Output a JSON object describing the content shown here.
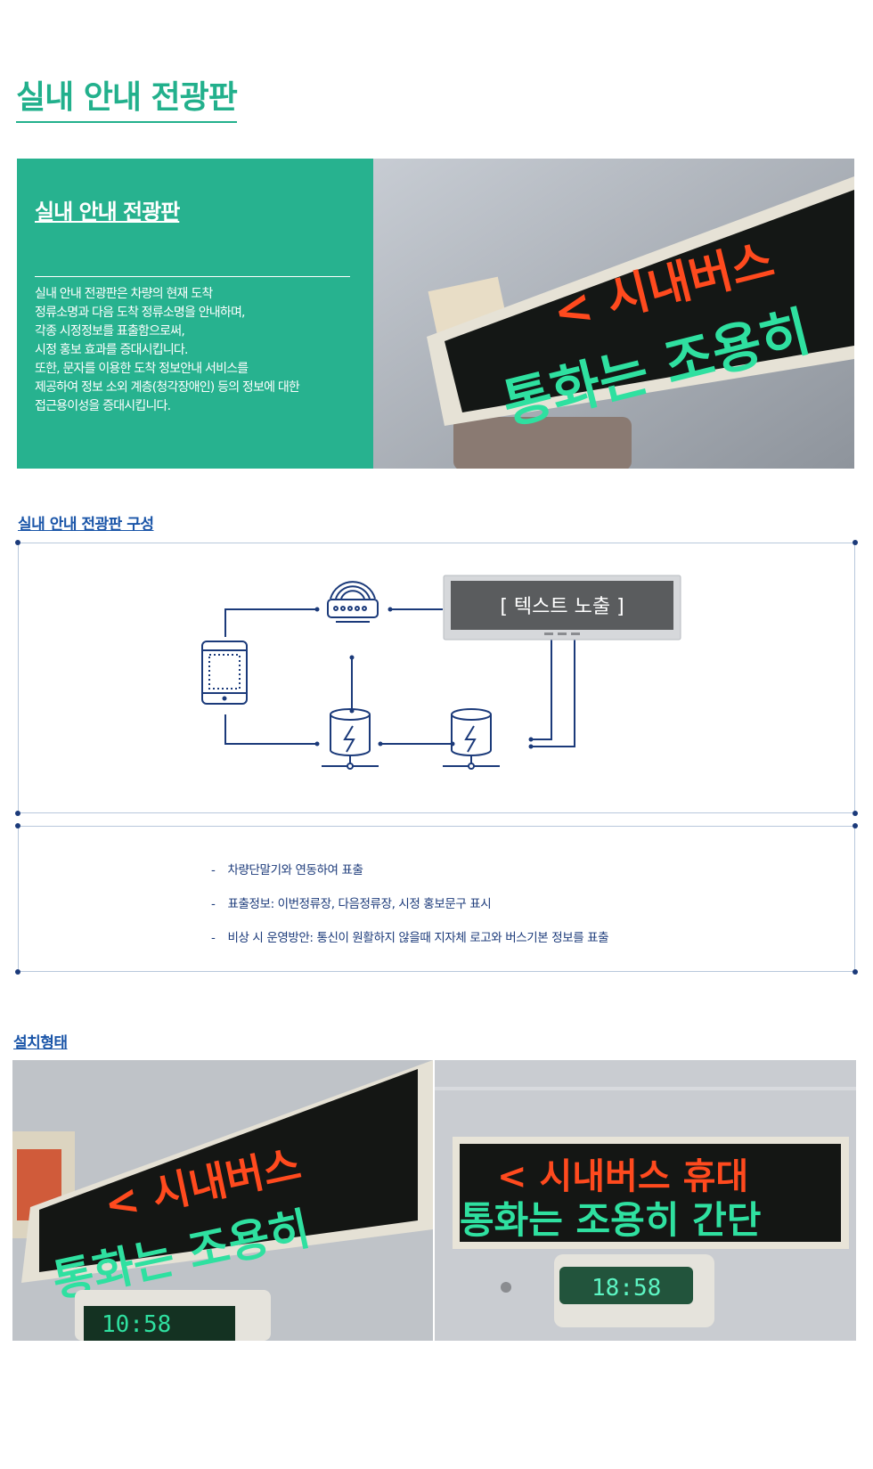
{
  "page_title": "실내 안내 전광판",
  "hero": {
    "heading": "실내 안내 전광판",
    "description": [
      "실내 안내 전광판은 차량의 현재 도착",
      "정류소명과 다음 도착 정류소명을 안내하며,",
      "각종 시정정보를 표출함으로써,",
      "시정 홍보 효과를 증대시킵니다.",
      "또한, 문자를 이용한 도착 정보안내 서비스를",
      "제공하여 정보 소외 계층(청각장애인) 등의 정보에 대한",
      "접근용이성을 증대시킵니다."
    ],
    "photo_line1": "< 시내버스",
    "photo_line2": "통화는 조용히"
  },
  "config_section": {
    "title": "실내 안내 전광판 구성",
    "display_label": "[ 텍스트 노출 ]",
    "bullets": [
      "차량단말기와 연동하여 표출",
      "표출정보: 이번정류장, 다음정류장, 시정 홍보문구 표시",
      "비상 시 운영방안: 통신이 원활하지 않을때 지자체 로고와 버스기본 정보를 표출"
    ]
  },
  "install_section": {
    "title": "설치형태",
    "left_photo": {
      "line1": "< 시내버스",
      "line2": "통화는 조용히",
      "clock": "10:58"
    },
    "right_photo": {
      "line1": "< 시내버스 휴대",
      "line2": "통화는 조용히 간단",
      "clock": "18:58"
    }
  },
  "colors": {
    "brand_green": "#27b28f",
    "navy": "#1b3a7a",
    "title_blue": "#1a55a8",
    "led_red": "#ff4a1e",
    "led_green": "#2fe0a0"
  },
  "icons": [
    "tablet-icon",
    "router-icon",
    "server-icon",
    "led-display-icon"
  ]
}
